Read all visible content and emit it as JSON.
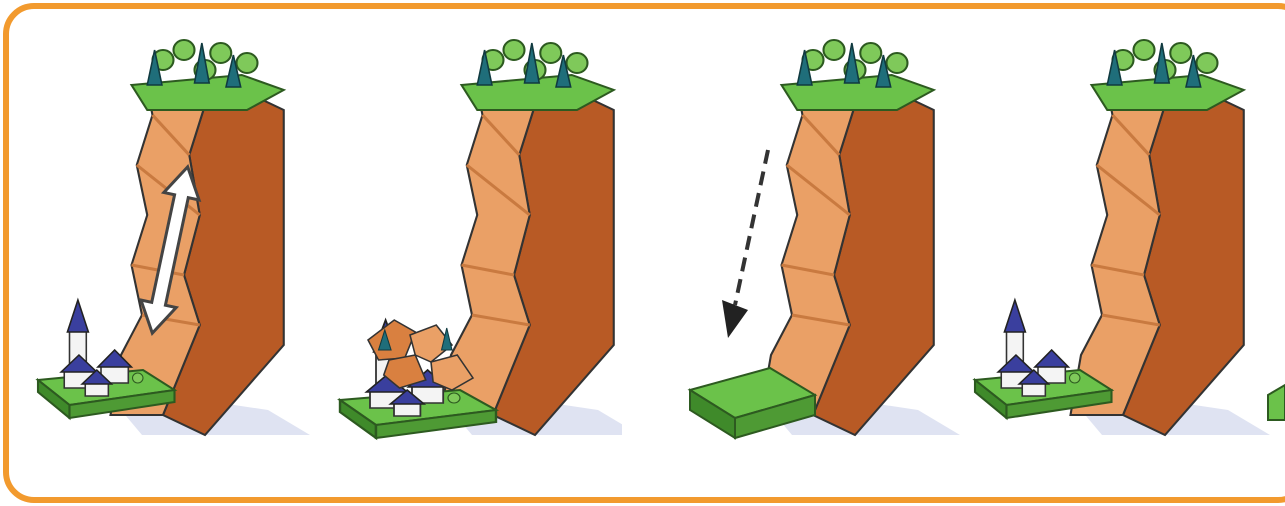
{
  "panels": [
    {
      "id": "left",
      "scenes": [
        {
          "id": "cliff-arrow",
          "arrow": "double-vertical",
          "village": true,
          "rubble": false
        },
        {
          "id": "cliff-collapse",
          "arrow": "none",
          "village": true,
          "rubble": true
        }
      ]
    },
    {
      "id": "right",
      "scenes": [
        {
          "id": "cliff-dashed-arrow",
          "arrow": "dashed-down",
          "village": false,
          "rubble": false
        },
        {
          "id": "cliff-village",
          "arrow": "none",
          "village": true,
          "rubble": false
        }
      ]
    }
  ],
  "colors": {
    "frame": "#f29a2e",
    "cliff_light": "#eaa066",
    "cliff_mid": "#d98040",
    "cliff_dark": "#b85a25",
    "grass": "#6bc24a",
    "grass_dark": "#3f8a2a",
    "tree_round": "#7fc95a",
    "tree_pine": "#1f6e7a",
    "house_roof": "#3a3f9e",
    "house_wall": "#f4f4f4",
    "shadow": "#dfe3f2"
  }
}
